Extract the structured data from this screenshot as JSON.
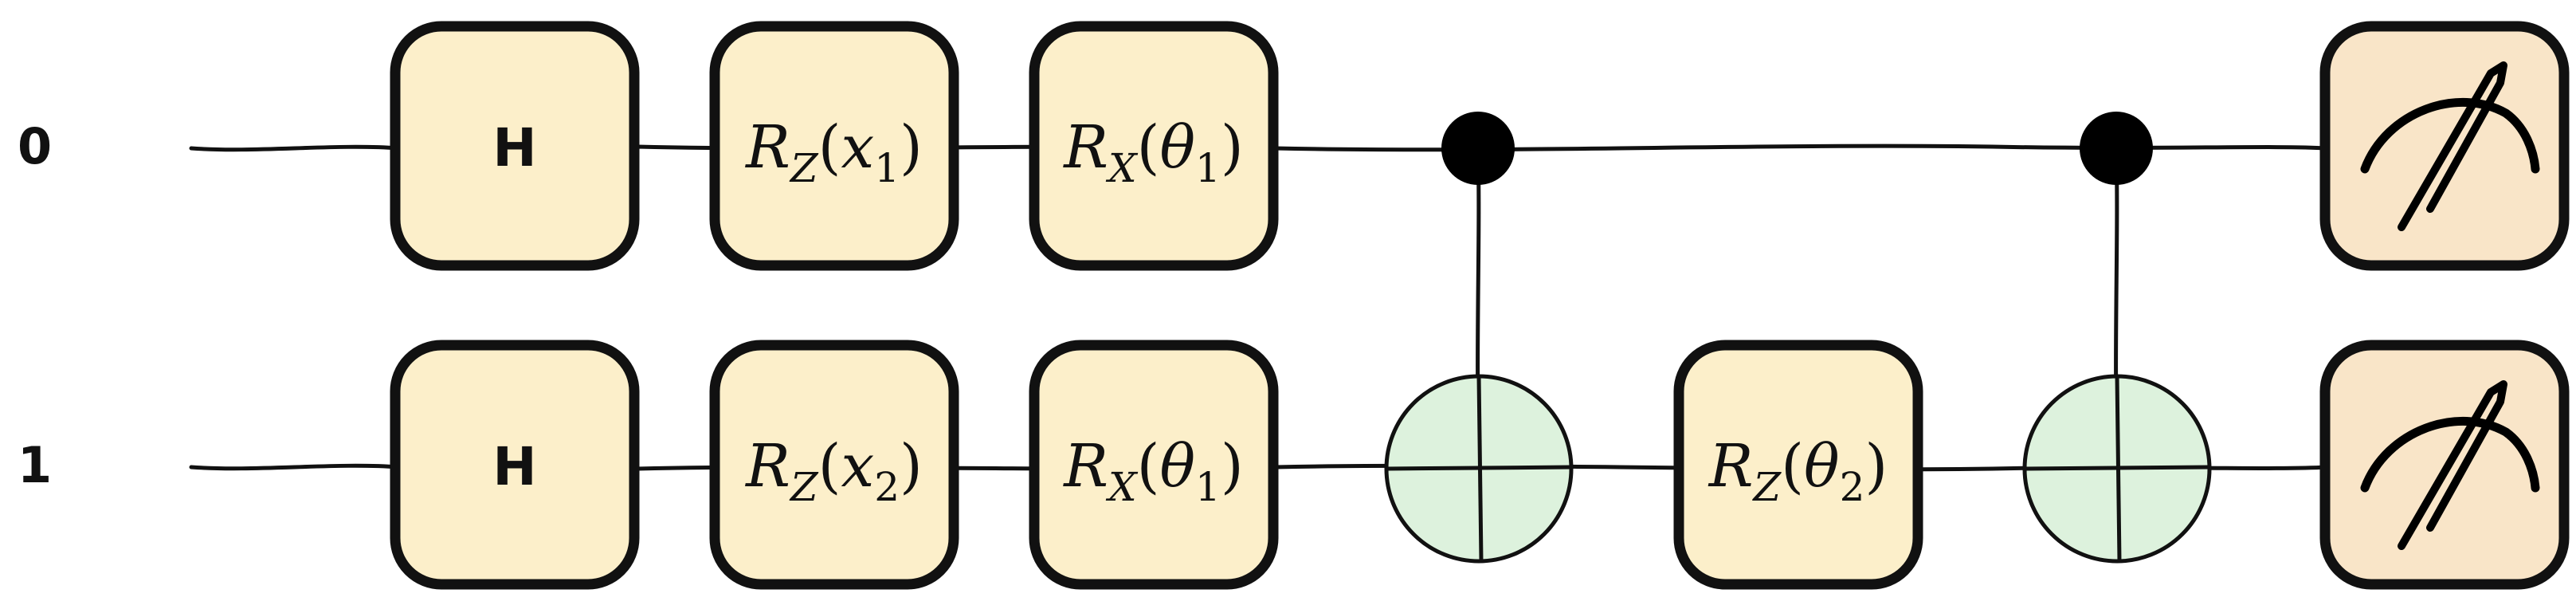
{
  "colors": {
    "gate_fill": "#fcefca",
    "measure_fill": "#f9e5c8",
    "target_fill": "#ddf2dd",
    "stroke": "#111111"
  },
  "qubits": [
    {
      "label": "0"
    },
    {
      "label": "1"
    }
  ],
  "gates": {
    "q0": {
      "hadamard": "H",
      "rz": {
        "base": "R",
        "sub": "Z",
        "arg": "x",
        "arg_sub": "1"
      },
      "rx": {
        "base": "R",
        "sub": "X",
        "arg": "θ",
        "arg_sub": "1"
      }
    },
    "q1": {
      "hadamard": "H",
      "rz": {
        "base": "R",
        "sub": "Z",
        "arg": "x",
        "arg_sub": "2"
      },
      "rx": {
        "base": "R",
        "sub": "X",
        "arg": "θ",
        "arg_sub": "1"
      },
      "rz_theta": {
        "base": "R",
        "sub": "Z",
        "arg": "θ",
        "arg_sub": "2"
      }
    },
    "paren_open": "(",
    "paren_close": ")"
  },
  "icons": {
    "measurement": "measurement-meter-icon",
    "control": "control-dot-icon",
    "target": "cnot-target-icon"
  }
}
